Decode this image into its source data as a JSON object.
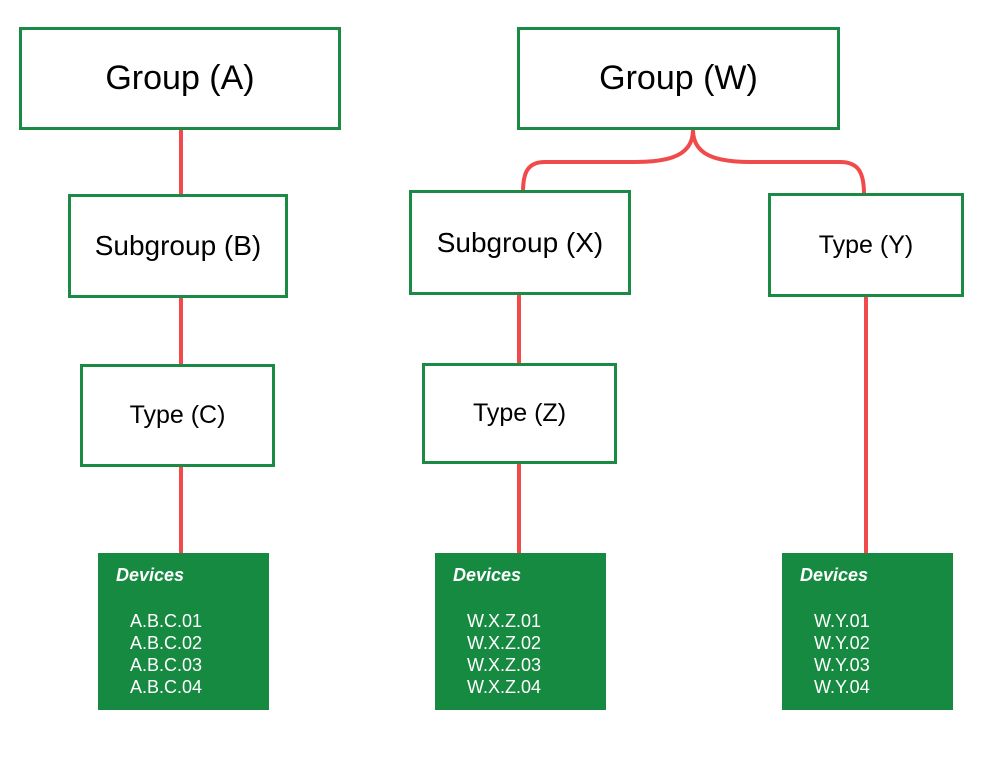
{
  "colors": {
    "box_border": "#1a8a44",
    "connector": "#f04a4a",
    "devices_fill": "#178a42",
    "devices_text": "#ffffff"
  },
  "nodes": {
    "group_a": "Group (A)",
    "subgroup_b": "Subgroup (B)",
    "type_c": "Type (C)",
    "group_w": "Group (W)",
    "subgroup_x": "Subgroup (X)",
    "type_z": "Type (Z)",
    "type_y": "Type (Y)"
  },
  "devices": {
    "abc": {
      "title": "Devices",
      "items": [
        "A.B.C.01",
        "A.B.C.02",
        "A.B.C.03",
        "A.B.C.04"
      ]
    },
    "wxz": {
      "title": "Devices",
      "items": [
        "W.X.Z.01",
        "W.X.Z.02",
        "W.X.Z.03",
        "W.X.Z.04"
      ]
    },
    "wy": {
      "title": "Devices",
      "items": [
        "W.Y.01",
        "W.Y.02",
        "W.Y.03",
        "W.Y.04"
      ]
    }
  }
}
